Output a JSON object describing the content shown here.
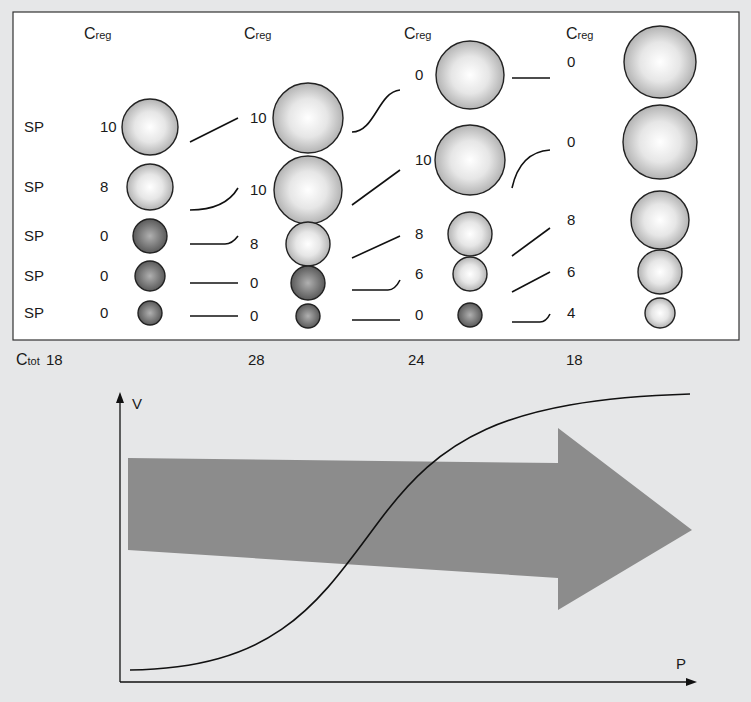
{
  "diagram": {
    "labels": [
      "Creg",
      "Creg",
      "Creg",
      "Creg",
      "SP",
      "10",
      "10",
      "0",
      "0",
      "SP",
      "8",
      "10",
      "10",
      "0",
      "SP",
      "0",
      "8",
      "8",
      "8",
      "SP",
      "0",
      "0",
      "6",
      "6",
      "SP",
      "0",
      "0",
      "0",
      "4",
      "Ctot",
      "18",
      "28",
      "24",
      "18",
      "V",
      "P"
    ]
  }
}
